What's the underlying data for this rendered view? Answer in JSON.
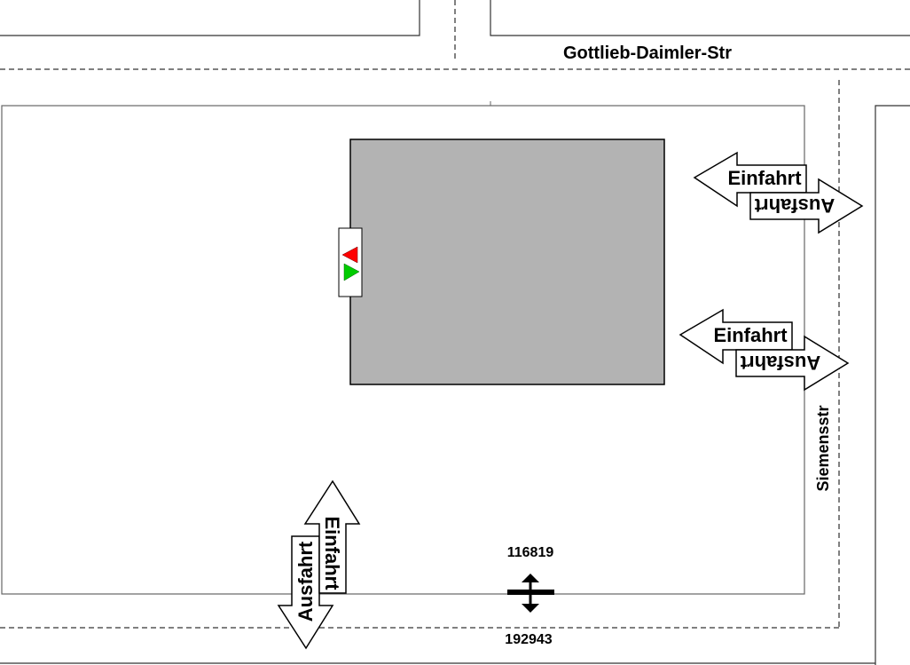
{
  "streets": {
    "north": "Gottlieb-Daimler-Str",
    "east": "Siemensstr"
  },
  "arrows": {
    "east_upper": {
      "entry": "Einfahrt",
      "exit": "Ausfahrt"
    },
    "east_lower": {
      "entry": "Einfahrt",
      "exit": "Ausfahrt"
    },
    "south": {
      "entry": "Einfahrt",
      "exit": "Ausfahrt"
    }
  },
  "coordinates": {
    "upper": "116819",
    "lower": "192943"
  },
  "colors": {
    "building": "#b3b3b3",
    "signal_red": "#ff0000",
    "signal_green": "#00cc00"
  }
}
